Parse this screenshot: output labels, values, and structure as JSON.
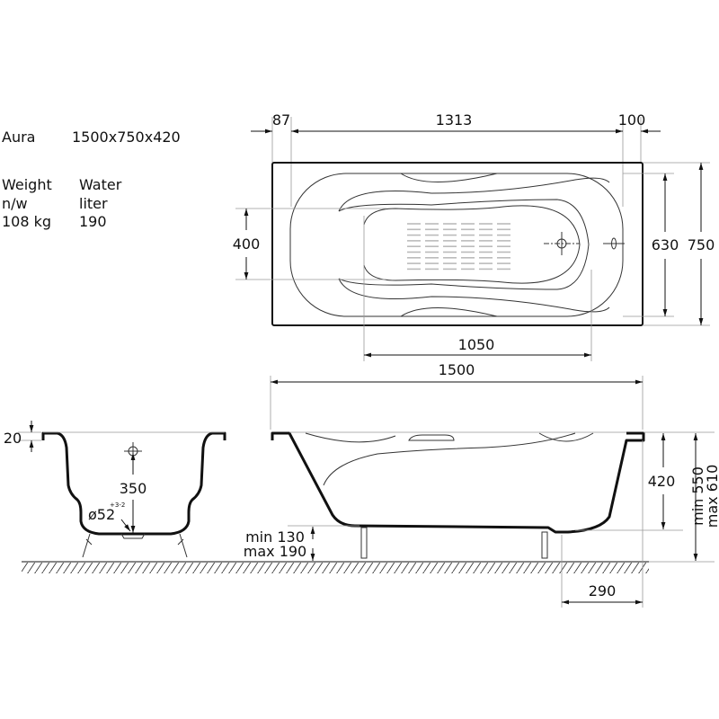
{
  "specs": {
    "model": "Aura",
    "size": "1500x750x420",
    "weight_label": "Weight",
    "water_label": "Water",
    "weight_unit": "n/w",
    "water_unit": "liter",
    "weight_value": "108 kg",
    "water_value": "190"
  },
  "top_view": {
    "dim_left_rim": "87",
    "dim_inner_length": "1313",
    "dim_right_rim": "100",
    "dim_inner_width": "630",
    "dim_outer_width": "750",
    "dim_backrest": "400",
    "dim_bottom_length": "1050",
    "dim_total_length": "1500"
  },
  "front_view": {
    "dim_rim": "20",
    "dim_drain_height": "350",
    "drain_diameter": "ø52",
    "drain_tolerance": "+3-2"
  },
  "side_view": {
    "dim_depth": "420",
    "dim_leg_min": "min 130",
    "dim_leg_max": "max 190",
    "dim_height_min": "min 550",
    "dim_height_max": "max 610",
    "dim_leg_offset": "290"
  }
}
